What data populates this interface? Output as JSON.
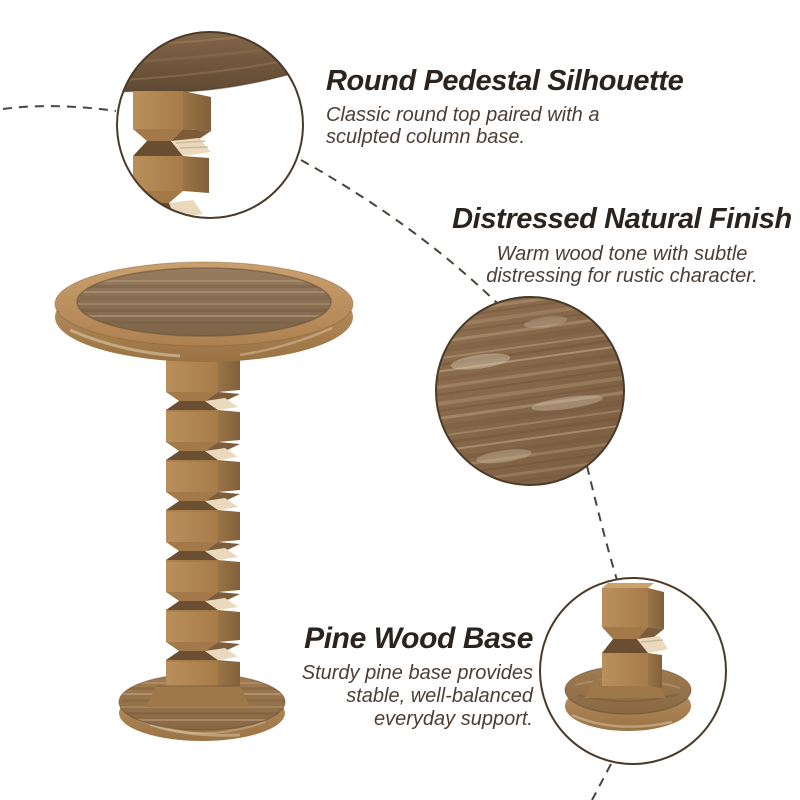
{
  "callouts": [
    {
      "id": "round-pedestal-silhouette",
      "title": "Round Pedestal Silhouette",
      "lines": [
        "Classic round top paired with a",
        "sculpted column base."
      ]
    },
    {
      "id": "distressed-natural-finish",
      "title": "Distressed Natural Finish",
      "lines": [
        "Warm wood tone with subtle",
        "distressing for rustic character."
      ]
    },
    {
      "id": "pine-wood-base",
      "title": "Pine Wood Base",
      "lines": [
        "Sturdy pine base provides",
        "stable, well-balanced",
        "everyday support."
      ]
    }
  ],
  "detail_circles": [
    {
      "id": "detail-circle-silhouette",
      "shows": "column top joint under round table top"
    },
    {
      "id": "detail-circle-finish",
      "shows": "distressed wood grain close-up"
    },
    {
      "id": "detail-circle-base",
      "shows": "pedestal base close-up"
    }
  ],
  "colors": {
    "background": "#ffffff",
    "title_text": "#2b231d",
    "body_text": "#4c3e34",
    "connector": "#4c443c",
    "circle_border": "#4a3a28",
    "wood_light": "#c2996a",
    "wood_mid": "#b0854f",
    "wood_dark": "#7c5d3d",
    "wood_top_surface": "#8a7156",
    "raw_wood_highlight": "#ead9bd"
  }
}
